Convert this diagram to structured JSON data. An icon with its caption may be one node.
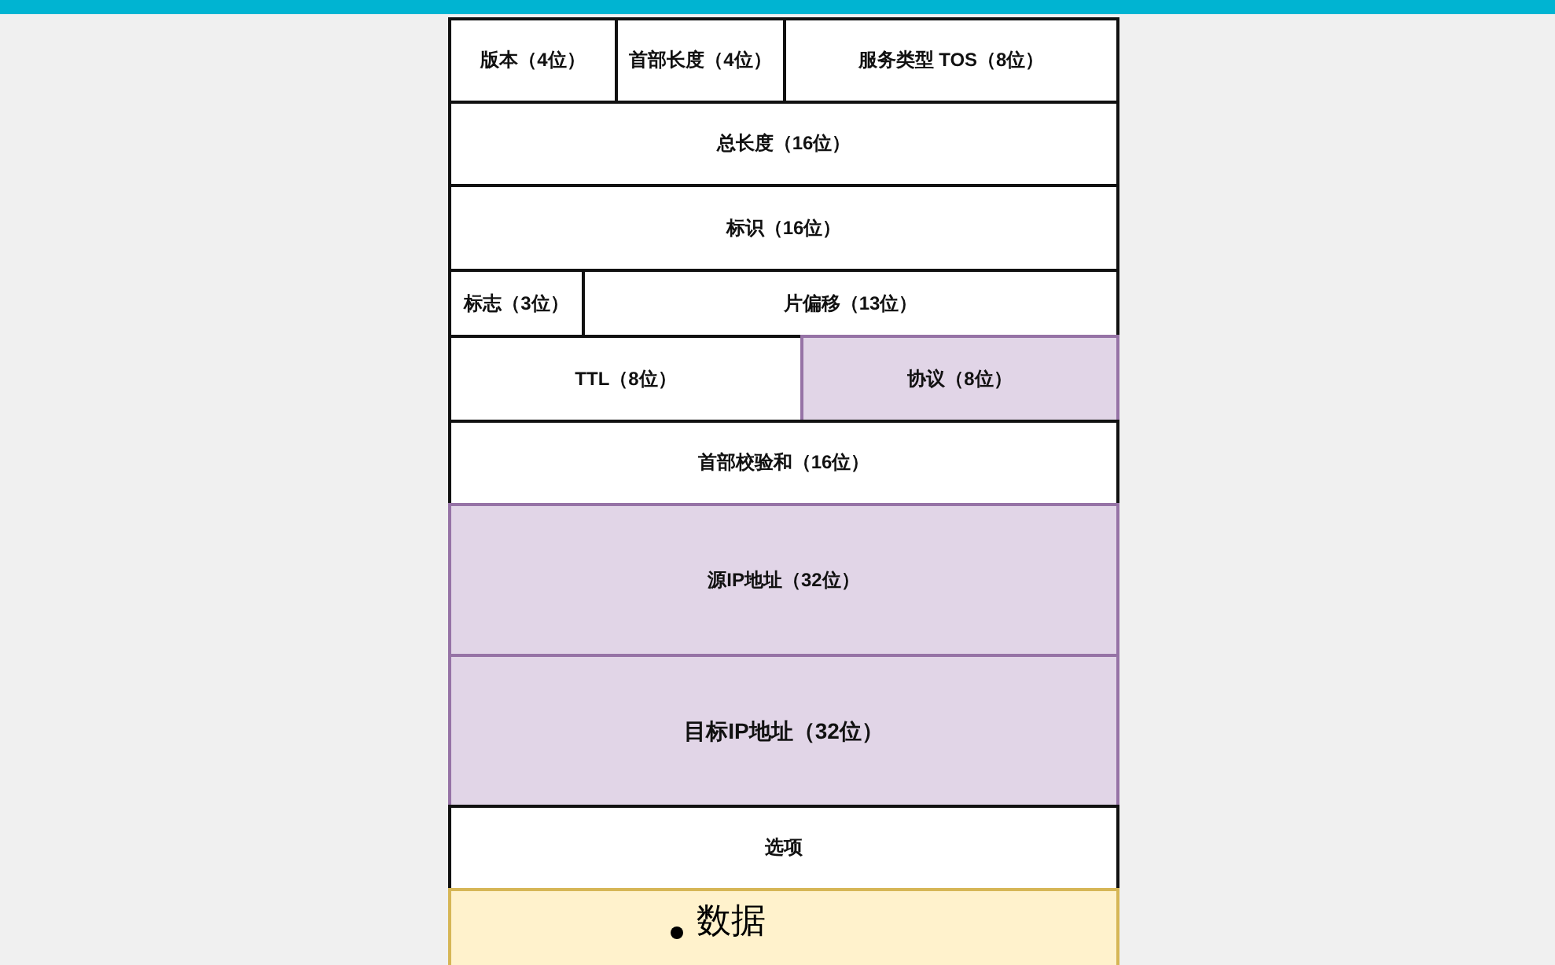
{
  "diagram": {
    "nodes": [
      {
        "text": [
          "版本（4位）"
        ]
      },
      {
        "text": [
          "首部长度（4位）"
        ]
      },
      {
        "text": [
          "服务类型 TOS（8位）"
        ]
      },
      {
        "text": [
          "总长度（16位）"
        ]
      },
      {
        "text": [
          "标识（16位）"
        ]
      },
      {
        "text": [
          "标志（3位）"
        ]
      },
      {
        "text": [
          "片偏移（13位）"
        ]
      },
      {
        "text": [
          "TTL（8位）"
        ]
      },
      {
        "text": [
          "协议（8位）"
        ]
      },
      {
        "text": [
          "首部校验和（16位）"
        ]
      },
      {
        "text": [
          "源IP地址（32位）"
        ]
      },
      {
        "text": [
          "目标IP地址（32位）"
        ]
      },
      {
        "text": [
          "选项"
        ]
      },
      {
        "text": [
          "数据"
        ]
      }
    ]
  }
}
